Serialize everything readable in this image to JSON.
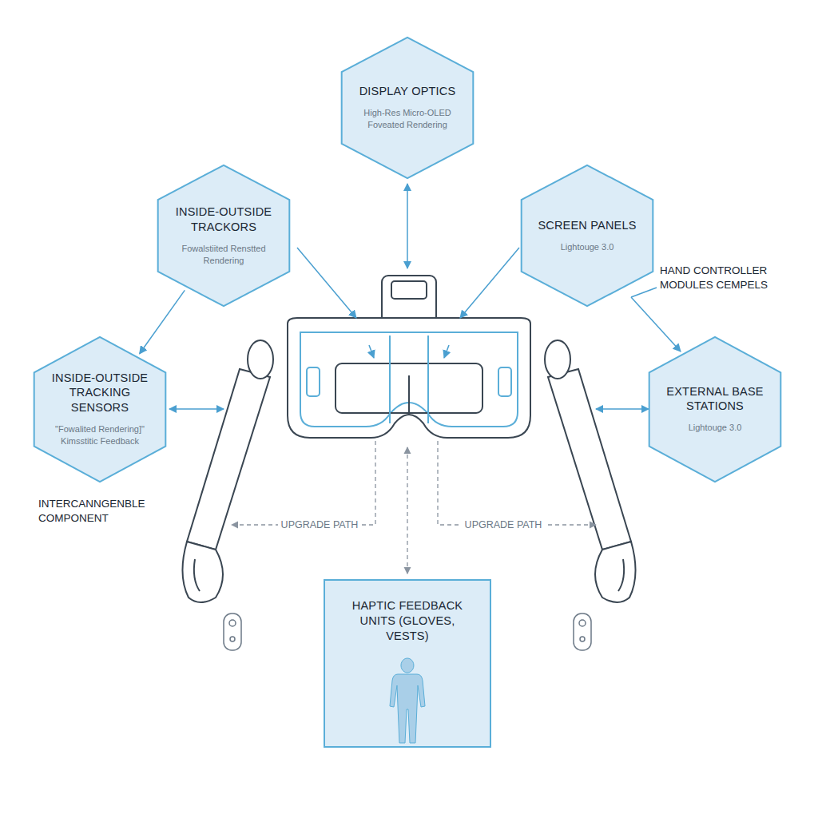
{
  "diagram": {
    "nodes": [
      {
        "text": [
          "DISPLAY OPTICS",
          "High-Res Micro-OLED Foveated Rendering"
        ]
      },
      {
        "text": [
          "INSIDE-OUTSIDE TRACKORS",
          "Fowalstiited Renstted Rendering"
        ]
      },
      {
        "text": [
          "SCREEN PANELS",
          "Lightouge 3.0"
        ]
      },
      {
        "text": [
          "INSIDE-OUTSIDE TRACKING SENSORS",
          "\"Fowalited Rendering]\" Kimsstitic Feedback"
        ]
      },
      {
        "text": [
          "EXTERNAL BASE STATIONS",
          "Lightouge 3.0"
        ]
      },
      {
        "text": [
          "HAPTIC FEEDBACK UNITS (GLOVES, VESTS)"
        ]
      }
    ],
    "edges": [
      {
        "from": 1,
        "to": 3,
        "arrow": "to"
      }
    ],
    "labels": [
      "HAND CONTROLLER MODULES CEMPELS",
      "INTERCANNGENBLE COMPONENT",
      "UPGRADE PATH",
      "UPGRADE PATH"
    ]
  }
}
